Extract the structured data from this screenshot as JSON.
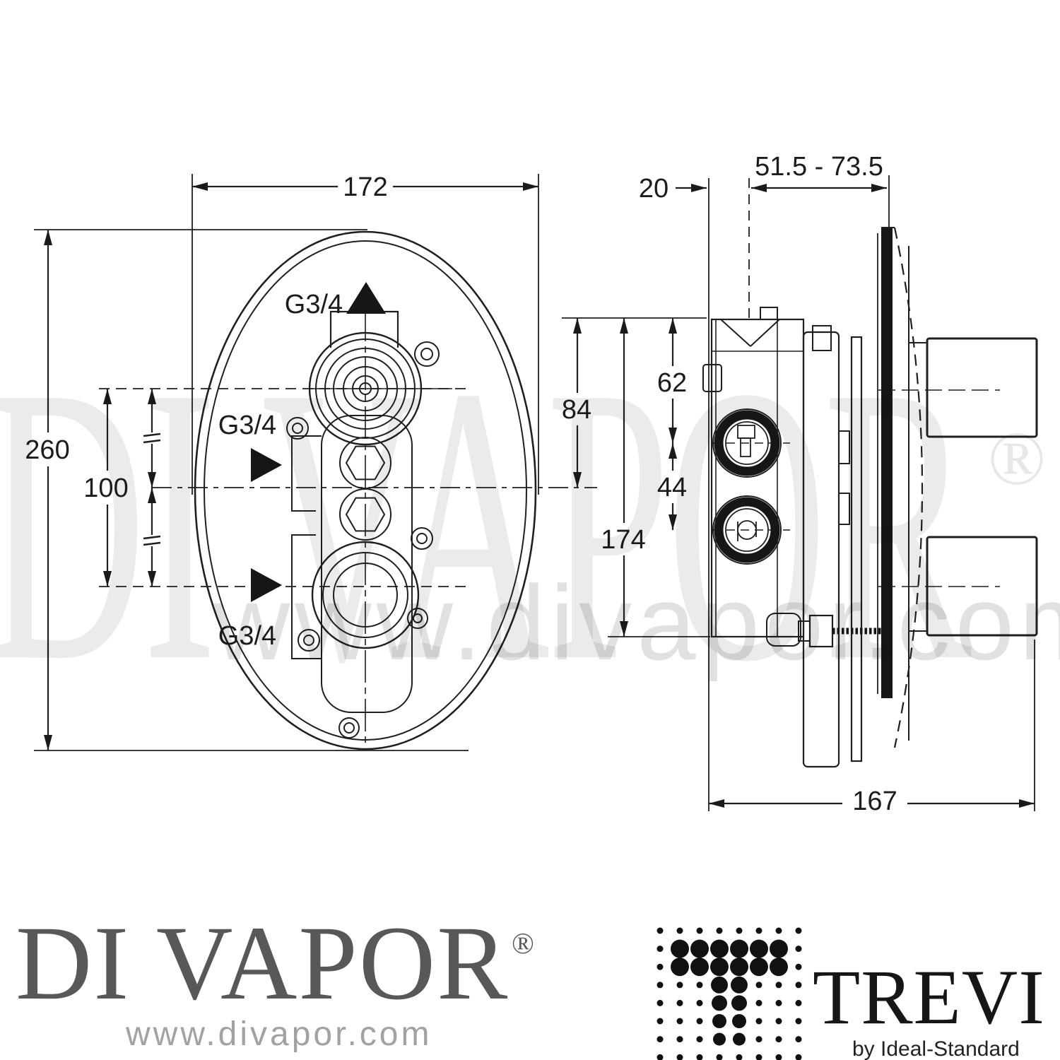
{
  "front_view": {
    "dim_width": "172",
    "dim_height": "260",
    "dim_port_spacing": "100",
    "port_top_label": "G3/4",
    "port_mid_label": "G3/4",
    "port_bottom_label": "G3/4"
  },
  "side_view": {
    "dim_plate": "20",
    "dim_depth_range": "51.5 - 73.5",
    "dim_top_to_upper_port": "62",
    "dim_port_spacing": "44",
    "dim_top_to_center": "84",
    "dim_height": "174",
    "dim_total_depth": "167"
  },
  "watermark": {
    "brand": "DI VAPOR",
    "registered": "®",
    "url": "www.divapor.com"
  },
  "footer": {
    "divapor": {
      "brand": "DI VAPOR",
      "registered": "®",
      "url": "www.divapor.com"
    },
    "trevi": {
      "brand": "TREVI",
      "byline": "by Ideal-Standard",
      "dot_color": "#111111",
      "dot_pattern": [
        "ssssssss",
        "sAAAAAAs",
        "sAAAAAAs",
        "sssBBsss",
        "sssCCsss",
        "sssDDsss",
        "sssEEsss",
        "ssssssss"
      ]
    }
  },
  "colors": {
    "line": "#1f1f1f",
    "dark_fill": "#161616",
    "logo_grey": "#58585a",
    "watermark_grey": "#9a9a9a"
  }
}
